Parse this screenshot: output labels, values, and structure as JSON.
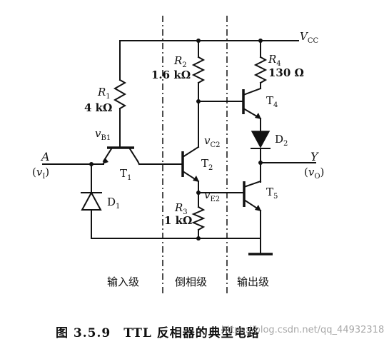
{
  "labels": {
    "vcc": "V",
    "vcc_sub": "CC",
    "r1": "R",
    "r1_sub": "1",
    "r1_value": "4 kΩ",
    "r2": "R",
    "r2_sub": "2",
    "r2_value": "1.6 kΩ",
    "r3": "R",
    "r3_sub": "3",
    "r3_value": "1 kΩ",
    "r4": "R",
    "r4_sub": "4",
    "r4_value": "130 Ω",
    "vb1": "v",
    "vb1_sub": "B1",
    "vc2": "v",
    "vc2_sub": "C2",
    "ve2": "v",
    "ve2_sub": "E2",
    "t1": "T",
    "t1_sub": "1",
    "t2": "T",
    "t2_sub": "2",
    "t4": "T",
    "t4_sub": "4",
    "t5": "T",
    "t5_sub": "5",
    "d1": "D",
    "d1_sub": "1",
    "d2": "D",
    "d2_sub": "2",
    "input_a": "A",
    "input_vi_open": "(",
    "input_vi": "v",
    "input_vi_sub": "I",
    "input_vi_close": ")",
    "output_y": "Y",
    "output_vo_open": "(",
    "output_vo": "v",
    "output_vo_sub": "O",
    "output_vo_close": ")"
  },
  "sections": {
    "input_stage": "输入级",
    "phase_splitter": "倒相级",
    "output_stage": "输出级"
  },
  "caption": "图 3.5.9　TTL 反相器的典型电路",
  "watermark": "https://blog.csdn.net/qq_44932318"
}
